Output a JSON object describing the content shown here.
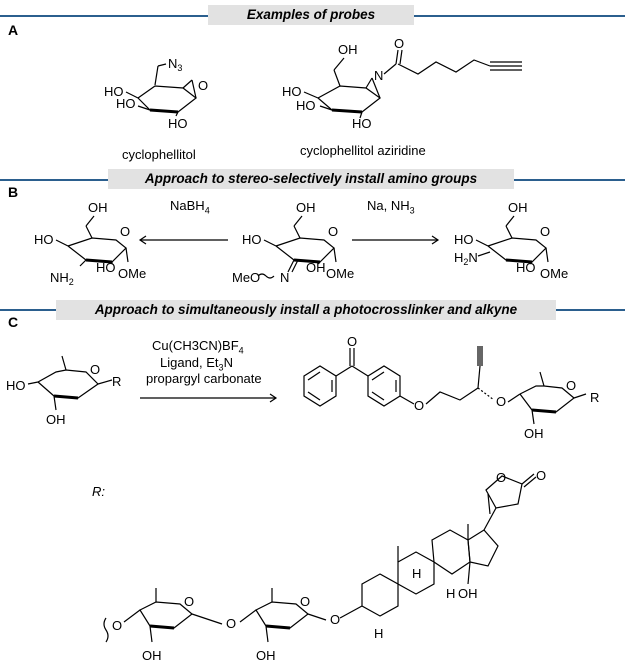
{
  "sections": [
    {
      "letter": "A",
      "title": "Examples of probes"
    },
    {
      "letter": "B",
      "title": "Approach to stereo-selectively install amino groups"
    },
    {
      "letter": "C",
      "title": "Approach to simultaneously install a photocrosslinker and alkyne"
    }
  ],
  "section_a": {
    "mol1_name": "cyclophellitol",
    "mol2_name": "cyclophellitol aziridine"
  },
  "section_b": {
    "left_reagent": "NaBH4",
    "right_reagent": "Na, NH3"
  },
  "section_c": {
    "reagents": [
      "Cu(CH3CN)BF4",
      "Ligand, Et3N",
      "propargyl carbonate"
    ],
    "r_label": "R:"
  }
}
